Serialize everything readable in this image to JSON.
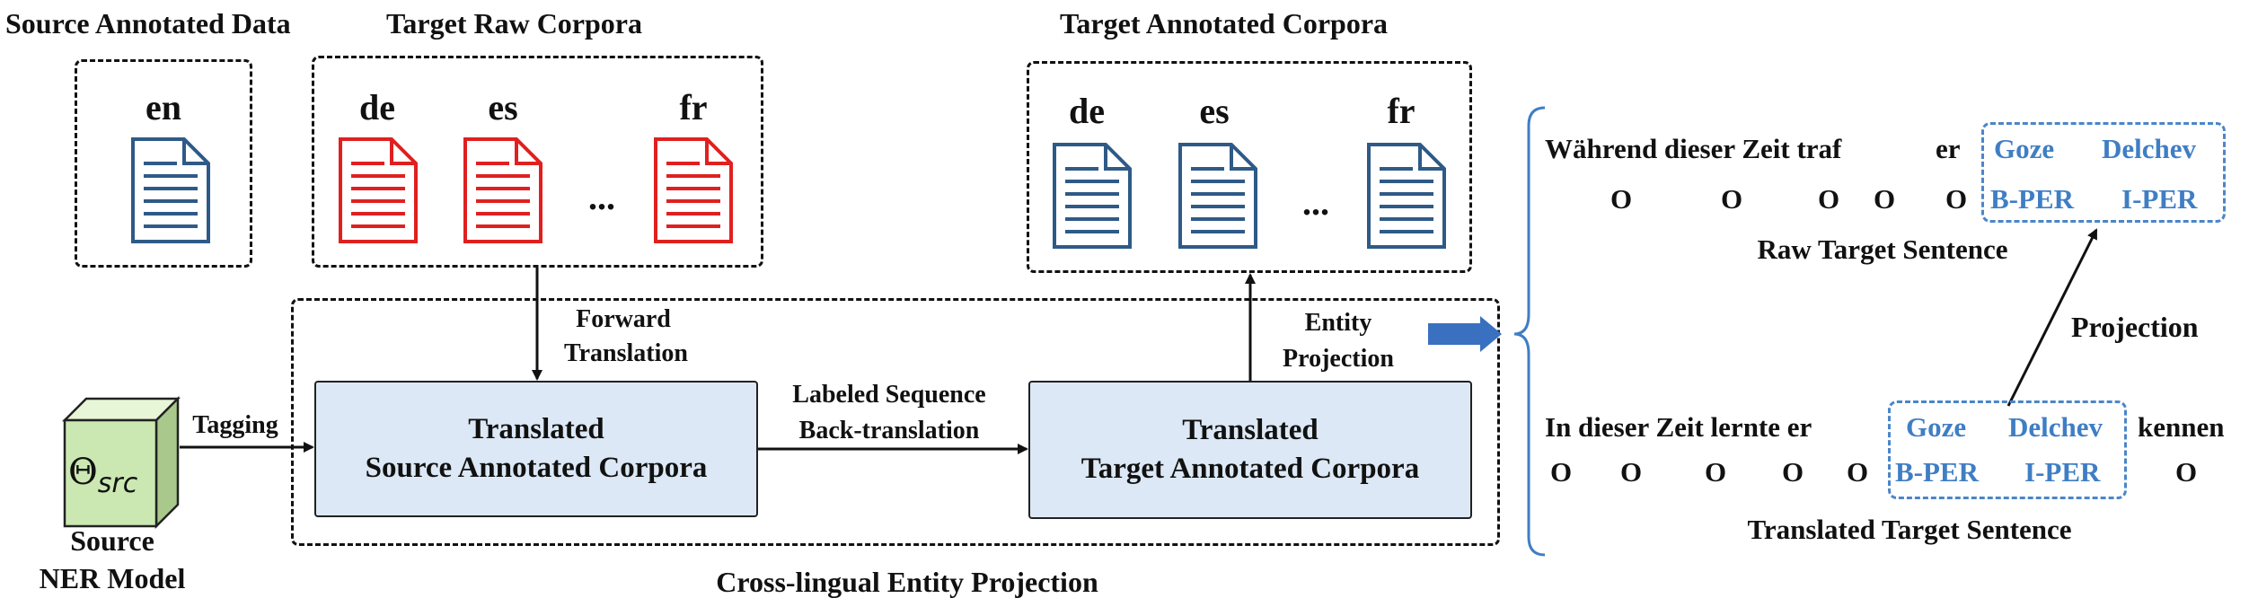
{
  "colors": {
    "doc_blue": "#2e5a87",
    "doc_red": "#e02020",
    "box_fill": "#dce8f5",
    "accent_blue": "#3f7ec4",
    "arrow_blue": "#3a70c0"
  },
  "headers": {
    "source_data": "Source Annotated Data",
    "target_raw": "Target Raw Corpora",
    "target_annotated": "Target Annotated Corpora"
  },
  "source_langs": [
    "en"
  ],
  "raw_langs": [
    "de",
    "es",
    "fr"
  ],
  "annotated_langs": [
    "de",
    "es",
    "fr"
  ],
  "ellipsis": "...",
  "model": {
    "symbol": "Θ",
    "subscript": "src",
    "label_line1": "Source",
    "label_line2": "NER Model"
  },
  "edges": {
    "tagging": "Tagging",
    "forward_line1": "Forward",
    "forward_line2": "Translation",
    "labeled_line1": "Labeled Sequence",
    "labeled_line2": "Back-translation",
    "entity_line1": "Entity",
    "entity_line2": "Projection"
  },
  "boxes": {
    "source_line1": "Translated",
    "source_line2": "Source Annotated Corpora",
    "target_line1": "Translated",
    "target_line2": "Target Annotated Corpora"
  },
  "projection_frame_label": "Cross-lingual Entity Projection",
  "raw_sentence": {
    "words": [
      "Während dieser Zeit traf",
      "er"
    ],
    "entity_words": [
      "Goze",
      "Delchev"
    ],
    "tags": [
      "O",
      "O",
      "O",
      "O",
      "O"
    ],
    "entity_tags": [
      "B-PER",
      "I-PER"
    ],
    "caption": "Raw Target Sentence"
  },
  "projection_label": "Projection",
  "translated_sentence": {
    "words": [
      "In dieser Zeit lernte er"
    ],
    "entity_words": [
      "Goze",
      "Delchev"
    ],
    "after_word": "kennen",
    "tags": [
      "O",
      "O",
      "O",
      "O",
      "O"
    ],
    "entity_tags": [
      "B-PER",
      "I-PER"
    ],
    "after_tag": "O",
    "caption": "Translated Target Sentence"
  }
}
